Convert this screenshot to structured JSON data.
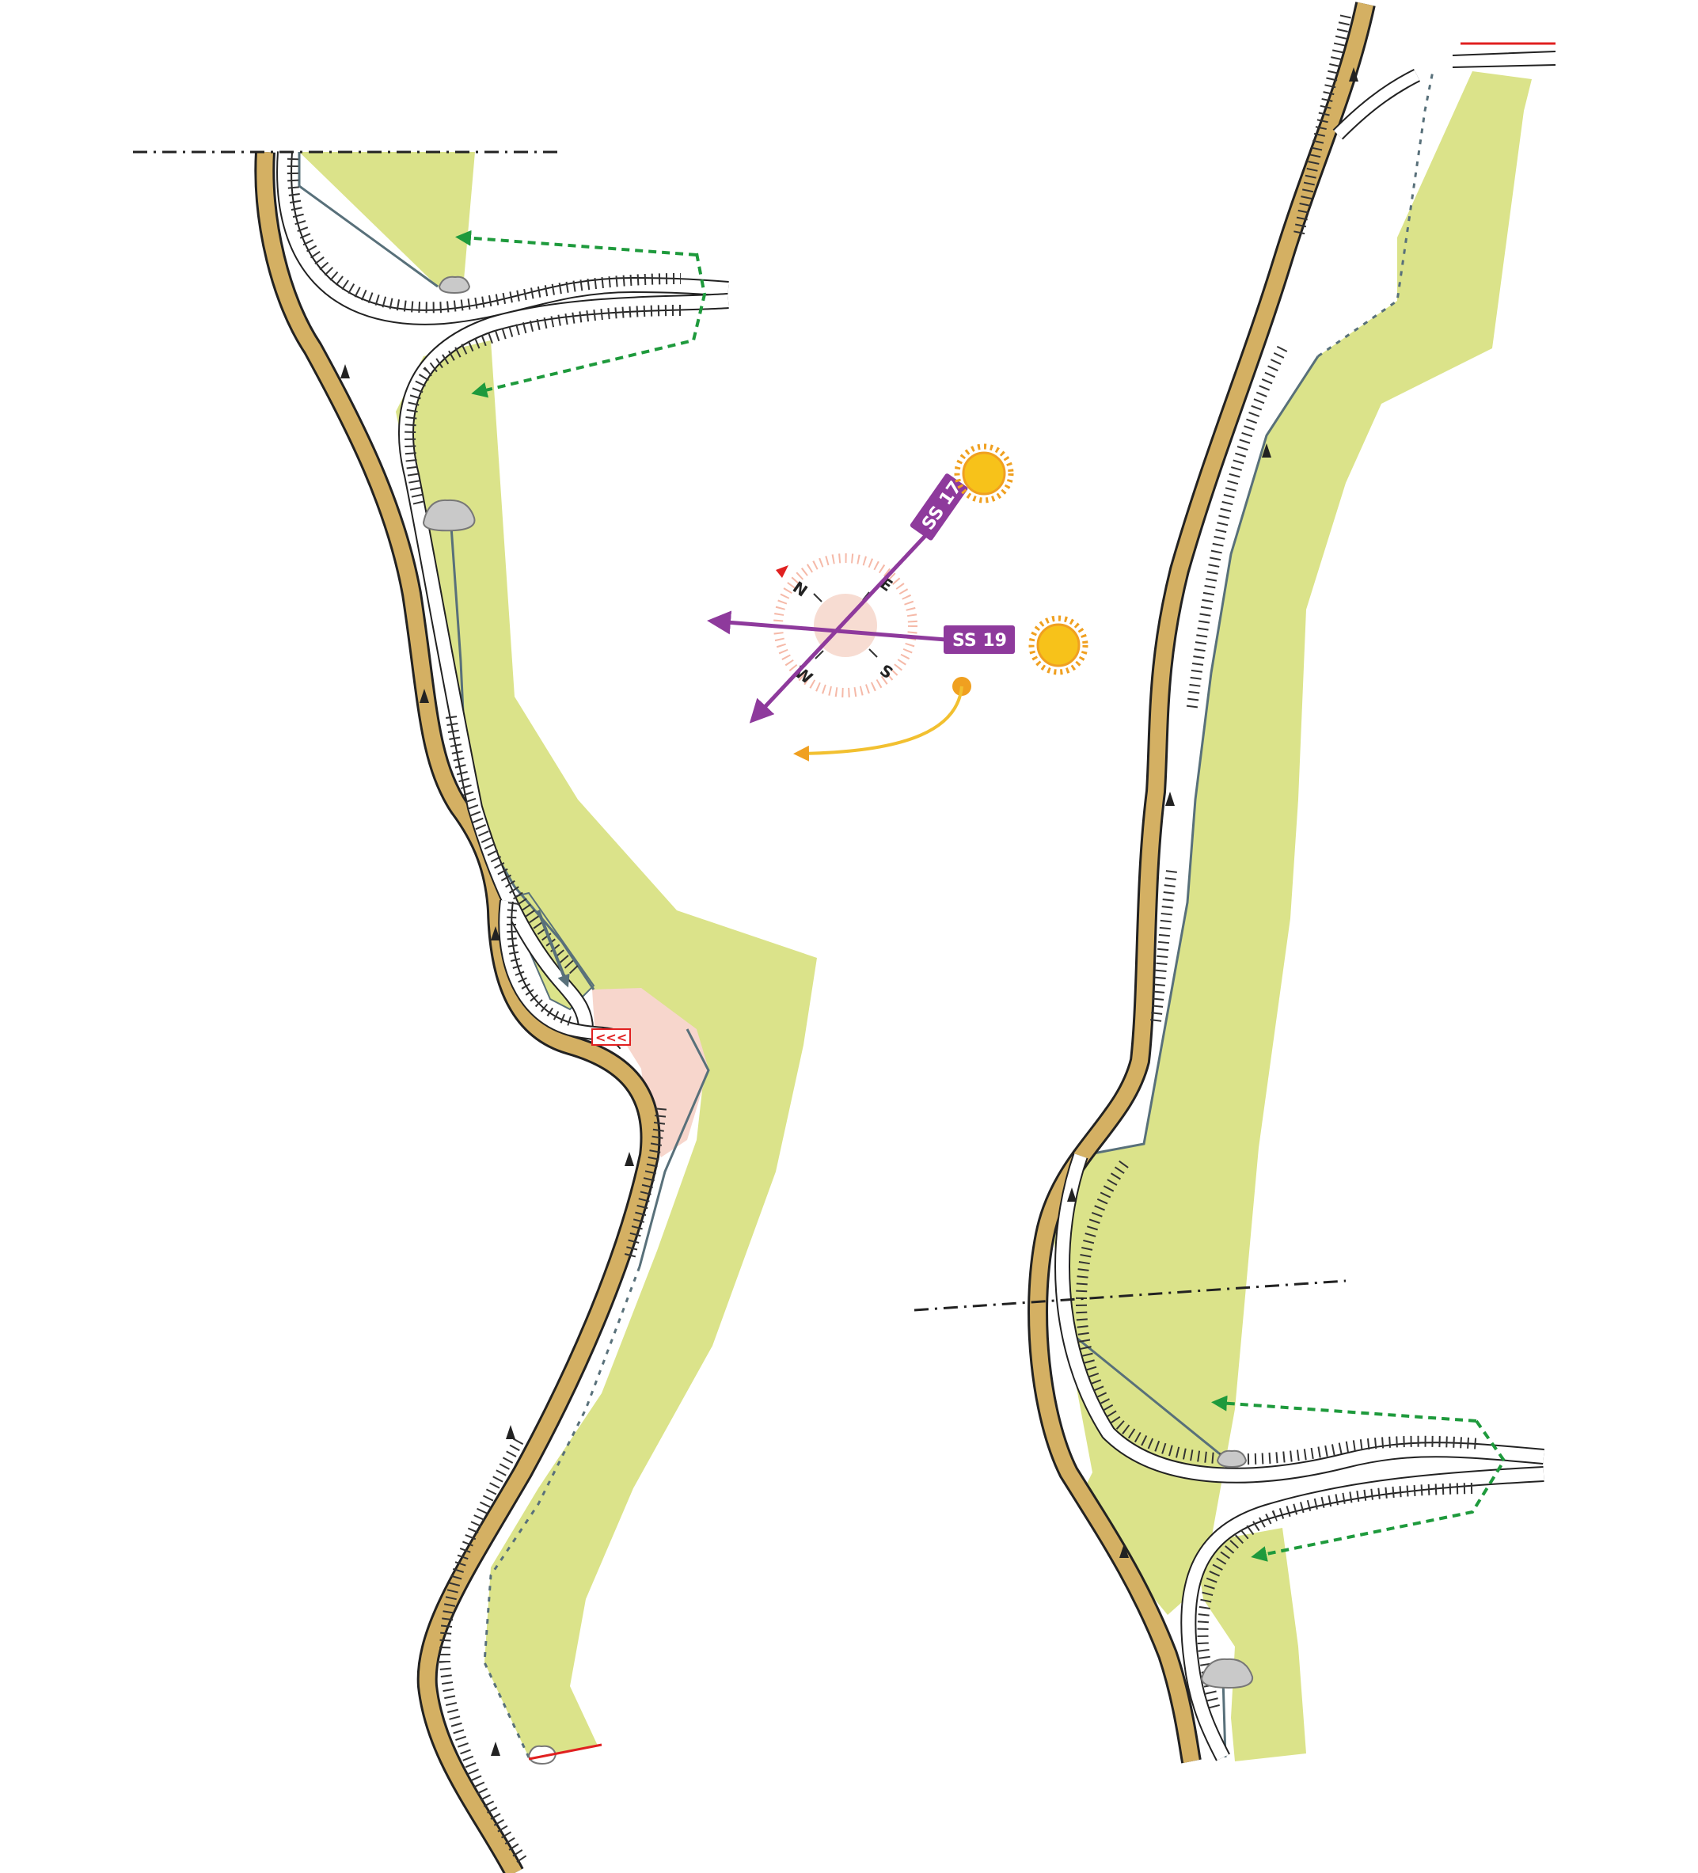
{
  "compass": {
    "n": "N",
    "e": "E",
    "s": "S",
    "w": "W"
  },
  "stages": [
    {
      "id": "ss17",
      "label": "SS 17",
      "color": "#8e3a9c"
    },
    {
      "id": "ss19",
      "label": "SS 19",
      "color": "#8e3a9c"
    }
  ],
  "colors": {
    "grass": "#dbe38a",
    "road": "#d4b063",
    "spectator_zone": "#f7d6cc",
    "green_arrow": "#1e9a3c",
    "sun_path": "#f2b531",
    "sun": "#f7c21a",
    "red_marker": "#e02020"
  },
  "icons": [
    "sun-icon",
    "rock-icon",
    "chevron-barrier-icon",
    "north-marker-icon"
  ]
}
